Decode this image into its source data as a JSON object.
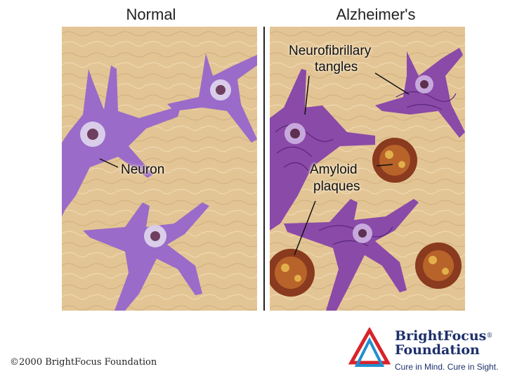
{
  "titles": {
    "normal": "Normal",
    "alzheimers": "Alzheimer's"
  },
  "labels": {
    "neuron": "Neuron",
    "tangles_line1": "Neurofibrillary",
    "tangles_line2": "tangles",
    "plaques_line1": "Amyloid",
    "plaques_line2": "plaques"
  },
  "footer": {
    "copyright": "©2000 BrightFocus Foundation"
  },
  "logo": {
    "name_line1": "BrightFocus",
    "registered": "®",
    "name_line2": "Foundation",
    "tagline": "Cure in Mind. Cure in Sight."
  },
  "colors": {
    "tissue": "#e3c595",
    "neuron": "#9a6bc9",
    "tangled_neuron": "#8a4aa8",
    "plaque": "#8a3a1e",
    "logo_red": "#d8232a",
    "logo_blue": "#1f8fd1",
    "logo_navy": "#1d2f6b"
  }
}
